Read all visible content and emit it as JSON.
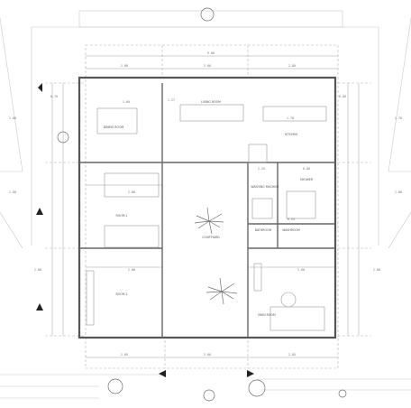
{
  "rooms": {
    "dining_room": "DINING ROOM",
    "living_room": "LIVING ROOM",
    "kitchen": "KITCHEN",
    "room_1": "ROOM 1",
    "room_2": "ROOM 2",
    "courtyard": "COURTYARD",
    "washing_machine": "WASHING MACHINE",
    "shower": "SHOWER",
    "bathroom": "BATHROOM",
    "washroom": "WASHROOM",
    "main_room": "MAIN ROOM"
  },
  "dims": {
    "top_overall": "9.00",
    "top_left": "2.80",
    "top_mid": "2.80",
    "top_right": "2.80",
    "col_a": "2.85",
    "col_b": "2.80",
    "col_c": "2.85",
    "left_top": "1.80",
    "left_mid": "1.80",
    "left_low": "2.80",
    "right_top": "1.70",
    "right_mid": "1.80",
    "right_low": "2.80",
    "room1_width": "2.80",
    "room2_width": "2.80",
    "main_width": "1.60",
    "kitchen_w": "1.70",
    "dining_w": "1.60",
    "living_w": "1.27",
    "bath_w": "2.25",
    "shower_w": "0.80",
    "wash_w": "0.93",
    "small_a": "0.70",
    "small_b": "0.80"
  },
  "colors": {
    "wall": "#555555",
    "line": "#9a9a9a",
    "dash": "#b5b5b5",
    "plant": "#6f6f6f"
  }
}
